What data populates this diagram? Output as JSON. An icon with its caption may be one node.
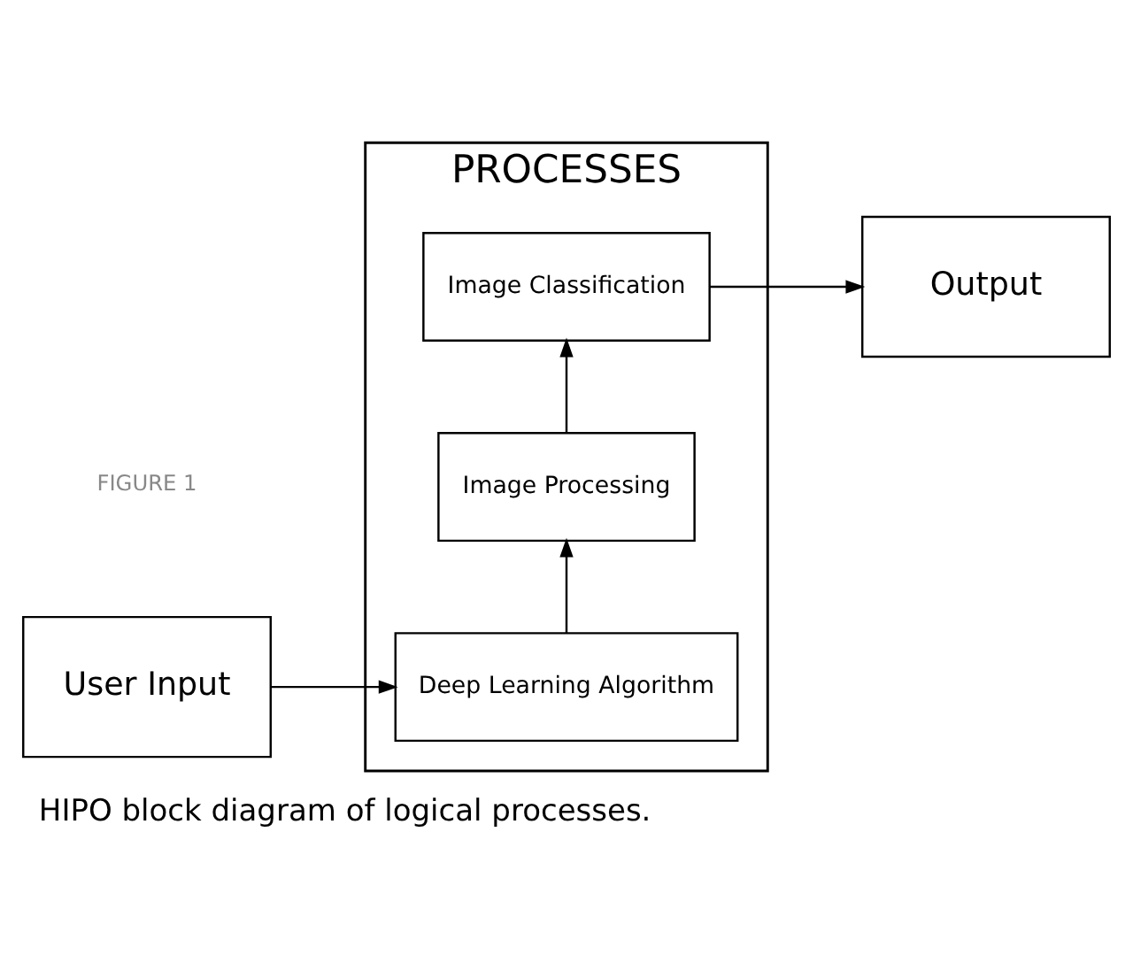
{
  "diagram": {
    "caption": "HIPO block diagram of logical processes.",
    "nodes": [
      {
        "text": [
          "PROCESSES"
        ]
      },
      {
        "text": [
          "Deep Learning Algorithm"
        ],
        "in": 0
      },
      {
        "text": [
          "Image Processing"
        ],
        "in": 0
      },
      {
        "text": [
          "Image Classification"
        ],
        "in": 0
      },
      {
        "text": [
          "User Input"
        ]
      },
      {
        "text": [
          "Output"
        ]
      }
    ],
    "edges": [
      {
        "from": 4,
        "to": 1,
        "arrow": "to"
      },
      {
        "from": 1,
        "to": 2,
        "arrow": "to"
      },
      {
        "from": 2,
        "to": 3,
        "arrow": "to"
      },
      {
        "from": 3,
        "to": 5,
        "arrow": "to"
      }
    ],
    "labels": [
      "FIGURE 1"
    ]
  }
}
